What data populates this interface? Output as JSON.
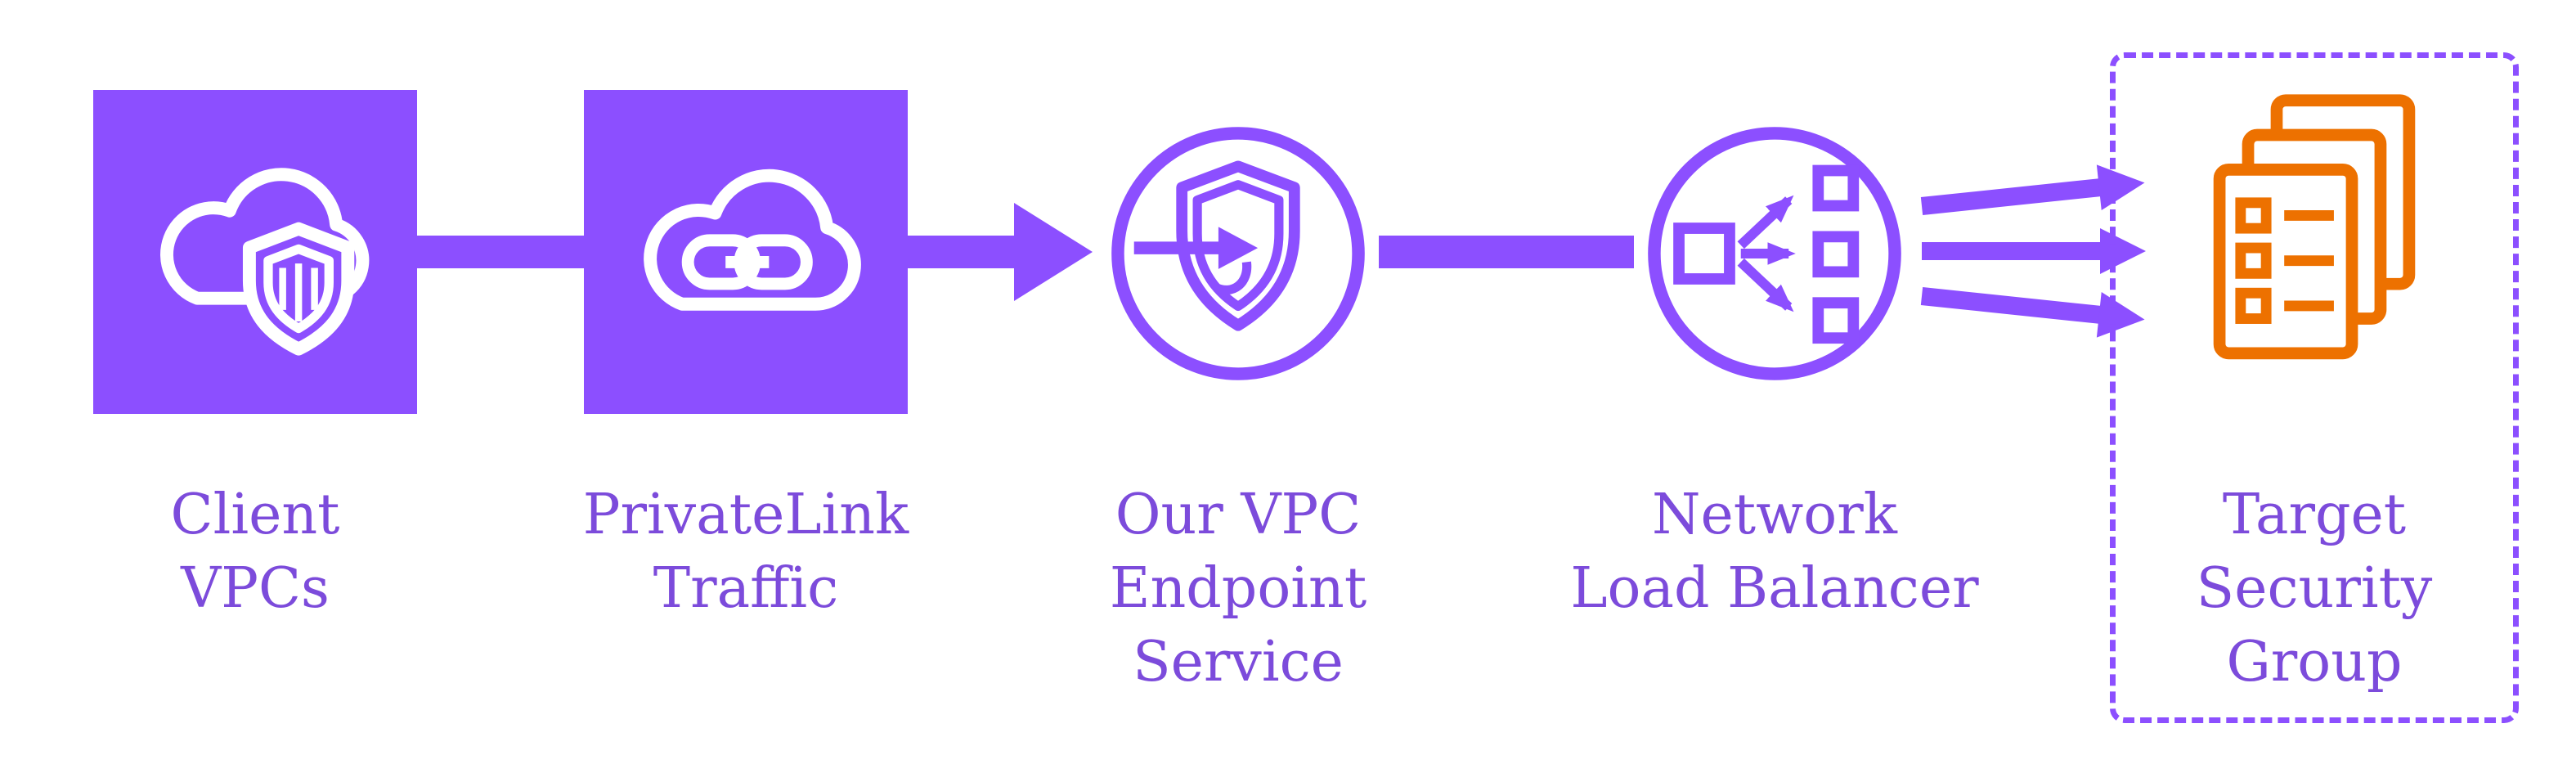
{
  "diagram": {
    "type": "architecture-flow",
    "colors": {
      "purple": "#8C4FFF",
      "label-purple": "#7C4BDB",
      "orange": "#ED7100",
      "white": "#FFFFFF"
    },
    "nodes": [
      {
        "id": "client-vpcs",
        "label": "Client\nVPCs",
        "icon": "cloud-shield-icon",
        "shape": "filled-purple-square"
      },
      {
        "id": "privatelink-traffic",
        "label": "PrivateLink\nTraffic",
        "icon": "cloud-link-icon",
        "shape": "filled-purple-square"
      },
      {
        "id": "vpc-endpoint-service",
        "label": "Our VPC\nEndpoint\nService",
        "icon": "shield-inbound-arrow-icon",
        "shape": "outlined-purple-circle"
      },
      {
        "id": "network-load-balancer",
        "label": "Network\nLoad Balancer",
        "icon": "load-balancer-fanout-icon",
        "shape": "outlined-purple-circle"
      },
      {
        "id": "target-security-group",
        "label": "Target\nSecurity\nGroup",
        "icon": "security-group-rule-documents-icon",
        "shape": "dashed-purple-box"
      }
    ],
    "edges": [
      {
        "from": "client-vpcs",
        "to": "privatelink-traffic",
        "style": "thick-line"
      },
      {
        "from": "privatelink-traffic",
        "to": "vpc-endpoint-service",
        "style": "thick-arrow"
      },
      {
        "from": "vpc-endpoint-service",
        "to": "network-load-balancer",
        "style": "thick-line"
      },
      {
        "from": "network-load-balancer",
        "to": "target-security-group",
        "style": "three-thin-arrows"
      }
    ]
  }
}
